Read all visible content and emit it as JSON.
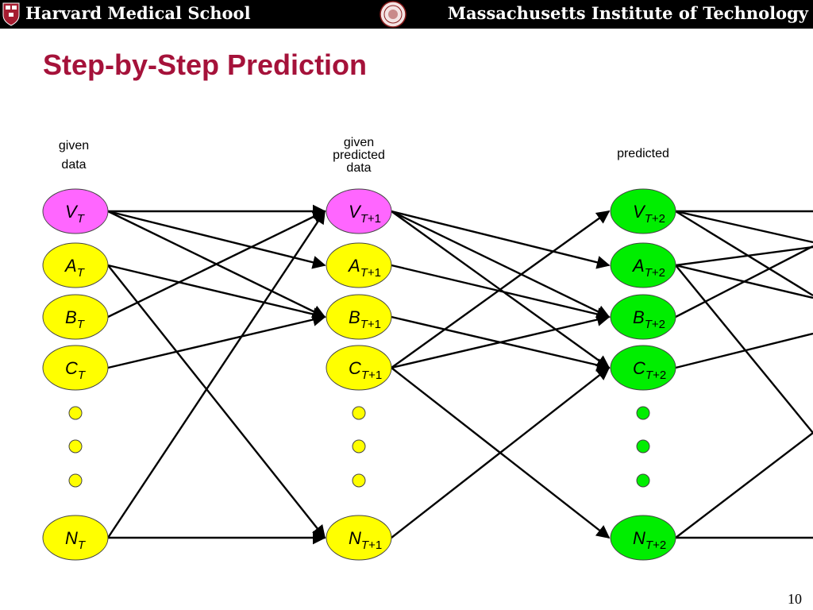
{
  "header": {
    "left_institution": "Harvard Medical School",
    "right_institution": "Massachusetts Institute of Technology"
  },
  "slide": {
    "title": "Step-by-Step Prediction",
    "page_number": "10"
  },
  "columns": [
    {
      "label_lines": [
        "given",
        "data"
      ]
    },
    {
      "label_lines": [
        "given",
        "predicted",
        "data"
      ]
    },
    {
      "label_lines": [
        "predicted"
      ]
    }
  ],
  "nodes": {
    "col0": [
      {
        "letter": "V",
        "sub_italic": "T",
        "sub_rest": "",
        "fill": "#ff66ff"
      },
      {
        "letter": "A",
        "sub_italic": "T",
        "sub_rest": "",
        "fill": "#ffff00"
      },
      {
        "letter": "B",
        "sub_italic": "T",
        "sub_rest": "",
        "fill": "#ffff00"
      },
      {
        "letter": "C",
        "sub_italic": "T",
        "sub_rest": "",
        "fill": "#ffff00"
      },
      {
        "letter": "N",
        "sub_italic": "T",
        "sub_rest": "",
        "fill": "#ffff00"
      }
    ],
    "col1": [
      {
        "letter": "V",
        "sub_italic": "T",
        "sub_rest": "+1",
        "fill": "#ff66ff"
      },
      {
        "letter": "A",
        "sub_italic": "T",
        "sub_rest": "+1",
        "fill": "#ffff00"
      },
      {
        "letter": "B",
        "sub_italic": "T",
        "sub_rest": "+1",
        "fill": "#ffff00"
      },
      {
        "letter": "C",
        "sub_italic": "T",
        "sub_rest": "+1",
        "fill": "#ffff00"
      },
      {
        "letter": "N",
        "sub_italic": "T",
        "sub_rest": "+1",
        "fill": "#ffff00"
      }
    ],
    "col2": [
      {
        "letter": "V",
        "sub_italic": "T",
        "sub_rest": "+2",
        "fill": "#00ee00"
      },
      {
        "letter": "A",
        "sub_italic": "T",
        "sub_rest": "+2",
        "fill": "#00ee00"
      },
      {
        "letter": "B",
        "sub_italic": "T",
        "sub_rest": "+2",
        "fill": "#00ee00"
      },
      {
        "letter": "C",
        "sub_italic": "T",
        "sub_rest": "+2",
        "fill": "#00ee00"
      },
      {
        "letter": "N",
        "sub_italic": "T",
        "sub_rest": "+2",
        "fill": "#00ee00"
      }
    ]
  },
  "ellipsis_dot_fills": [
    "#ffff00",
    "#ffff00",
    "#00ee00"
  ],
  "edges_0_to_1": [
    [
      "V",
      "V"
    ],
    [
      "V",
      "A"
    ],
    [
      "V",
      "B"
    ],
    [
      "A",
      "B"
    ],
    [
      "A",
      "N"
    ],
    [
      "B",
      "V"
    ],
    [
      "C",
      "B"
    ],
    [
      "N",
      "V"
    ],
    [
      "N",
      "N"
    ]
  ],
  "edges_1_to_2": [
    [
      "V",
      "A"
    ],
    [
      "V",
      "B"
    ],
    [
      "V",
      "C"
    ],
    [
      "A",
      "B"
    ],
    [
      "B",
      "C"
    ],
    [
      "C",
      "V"
    ],
    [
      "C",
      "B"
    ],
    [
      "C",
      "N"
    ],
    [
      "N",
      "C"
    ]
  ],
  "edges_2_out": [
    "V",
    "V",
    "V",
    "A",
    "A",
    "B",
    "C",
    "N"
  ],
  "colors": {
    "title": "#a5123a",
    "header_bar": "#000000",
    "header_text": "#ffffff",
    "harvard_crimson": "#a51c30",
    "mit_seal": "#8a1c1c"
  }
}
